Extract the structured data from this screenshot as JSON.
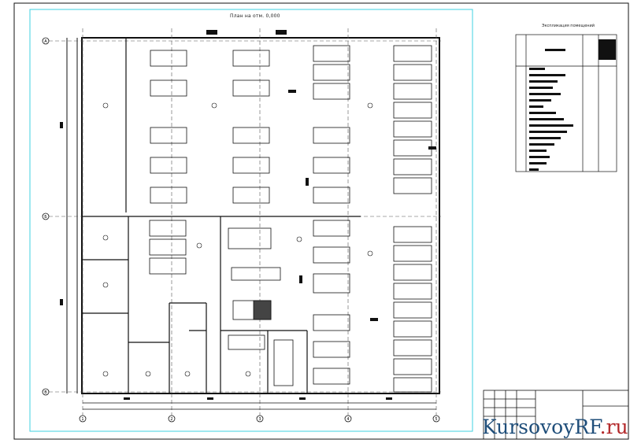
{
  "drawing": {
    "plan_title": "План на отм. 0,000",
    "explication_title": "Экспликация помещений",
    "grid_axes_bottom": [
      "1",
      "2",
      "3",
      "4",
      "5"
    ],
    "grid_axes_left": [
      "А",
      "Б",
      "В"
    ]
  },
  "watermark": {
    "part1": "KursovoyRF",
    "part2": ".ru"
  },
  "colors": {
    "frame": "#3fd0e0",
    "lines": "#111111",
    "dash": "#555555",
    "watermark_blue": "#1f4e7a",
    "watermark_red": "#b3282a"
  }
}
